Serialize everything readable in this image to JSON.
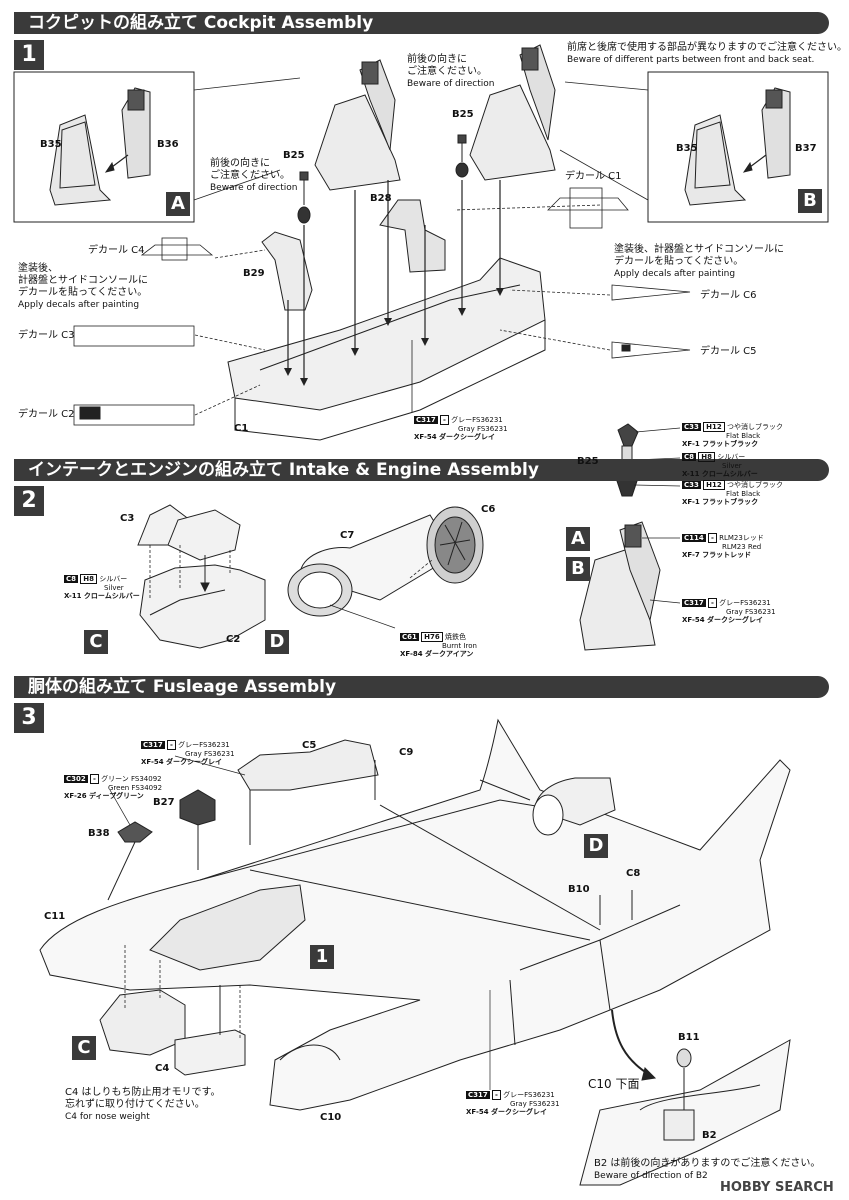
{
  "steps": {
    "s1": {
      "title": "コクピットの組み立て Cockpit Assembly",
      "num": "1"
    },
    "s2": {
      "title": "インテークとエンジンの組み立て Intake & Engine Assembly",
      "num": "2"
    },
    "s3": {
      "title": "胴体の組み立て Fusleage Assembly",
      "num": "3"
    }
  },
  "letters": {
    "A": "A",
    "B": "B",
    "C": "C",
    "D": "D",
    "ref1": "1"
  },
  "parts": {
    "B35a": "B35",
    "B36": "B36",
    "B35b": "B35",
    "B37": "B37",
    "B25a": "B25",
    "B25b": "B25",
    "B28": "B28",
    "B29": "B29",
    "C1": "C1",
    "B25c": "B25",
    "C3": "C3",
    "C2": "C2",
    "C7": "C7",
    "C6": "C6",
    "C5": "C5",
    "C9": "C9",
    "C4_fus": "C4",
    "B27": "B27",
    "B38": "B38",
    "C11": "C11",
    "B10": "B10",
    "C8": "C8",
    "C10": "C10",
    "B11": "B11",
    "B2": "B2"
  },
  "decals": {
    "C1": "デカール C1",
    "C4": "デカール C4",
    "C3": "デカール C3",
    "C2": "デカール C2",
    "C6": "デカール C6",
    "C5": "デカール C5"
  },
  "notes": {
    "seat_jp": "前席と後席で使用する部品が異なりますのでご注意ください。",
    "seat_en": "Beware of different parts between front and back seat.",
    "dir1_jp1": "前後の向きに",
    "dir1_jp2": "ご注意ください。",
    "dir1_en": "Beware of direction",
    "dir2_jp1": "前後の向きに",
    "dir2_jp2": "ご注意ください。",
    "dir2_en": "Beware of direction",
    "paintL_jp1": "塗装後、",
    "paintL_jp2": "計器盤とサイドコンソールに",
    "paintL_jp3": "デカールを貼ってください。",
    "paintL_en": "Apply decals after painting",
    "paintR_jp1": "塗装後、計器盤とサイドコンソールに",
    "paintR_jp2": "デカールを貼ってください。",
    "paintR_en": "Apply decals after painting",
    "weight_jp1": "C4 はしりもち防止用オモリです。",
    "weight_jp2": "忘れずに取り付けてください。",
    "weight_en": "C4 for nose weight",
    "c10_bottom": "C10 下面",
    "b2_jp": "B2 は前後の向きがありますのでご注意ください。",
    "b2_en": "Beware of direction of B2"
  },
  "paints": {
    "p1": {
      "c": "C317",
      "h": "-",
      "jp": "グレーFS36231",
      "en": "Gray FS36231",
      "xf": "XF-54 ダークシーグレイ"
    },
    "p2": {
      "c": "C33",
      "h": "H12",
      "jp": "つや消しブラック",
      "en": "Flat Black",
      "xf": "XF-1 フラットブラック"
    },
    "p3": {
      "c": "C8",
      "h": "H8",
      "jp": "シルバー",
      "en": "Silver",
      "xf": "X-11 クロームシルバー"
    },
    "p4": {
      "c": "C33",
      "h": "H12",
      "jp": "つや消しブラック",
      "en": "Flat Black",
      "xf": "XF-1 フラットブラック"
    },
    "p5": {
      "c": "C114",
      "h": "-",
      "jp": "RLM23レッド",
      "en": "RLM23 Red",
      "xf": "XF-7 フラットレッド"
    },
    "p6": {
      "c": "C317",
      "h": "-",
      "jp": "グレーFS36231",
      "en": "Gray FS36231",
      "xf": "XF-54 ダークシーグレイ"
    },
    "p7": {
      "c": "C8",
      "h": "H8",
      "jp": "シルバー",
      "en": "Silver",
      "xf": "X-11 クロームシルバー"
    },
    "p8": {
      "c": "C61",
      "h": "H76",
      "jp": "焼鉄色",
      "en": "Burnt Iron",
      "xf": "XF-84 ダークアイアン"
    },
    "p9": {
      "c": "C317",
      "h": "-",
      "jp": "グレーFS36231",
      "en": "Gray FS36231",
      "xf": "XF-54 ダークシーグレイ"
    },
    "p10": {
      "c": "C302",
      "h": "-",
      "jp": "グリーン FS34092",
      "en": "Green FS34092",
      "xf": "XF-26 ディープグリーン"
    },
    "p11": {
      "c": "C317",
      "h": "-",
      "jp": "グレーFS36231",
      "en": "Gray FS36231",
      "xf": "XF-54 ダークシーグレイ"
    }
  },
  "watermark": "HOBBY SEARCH"
}
